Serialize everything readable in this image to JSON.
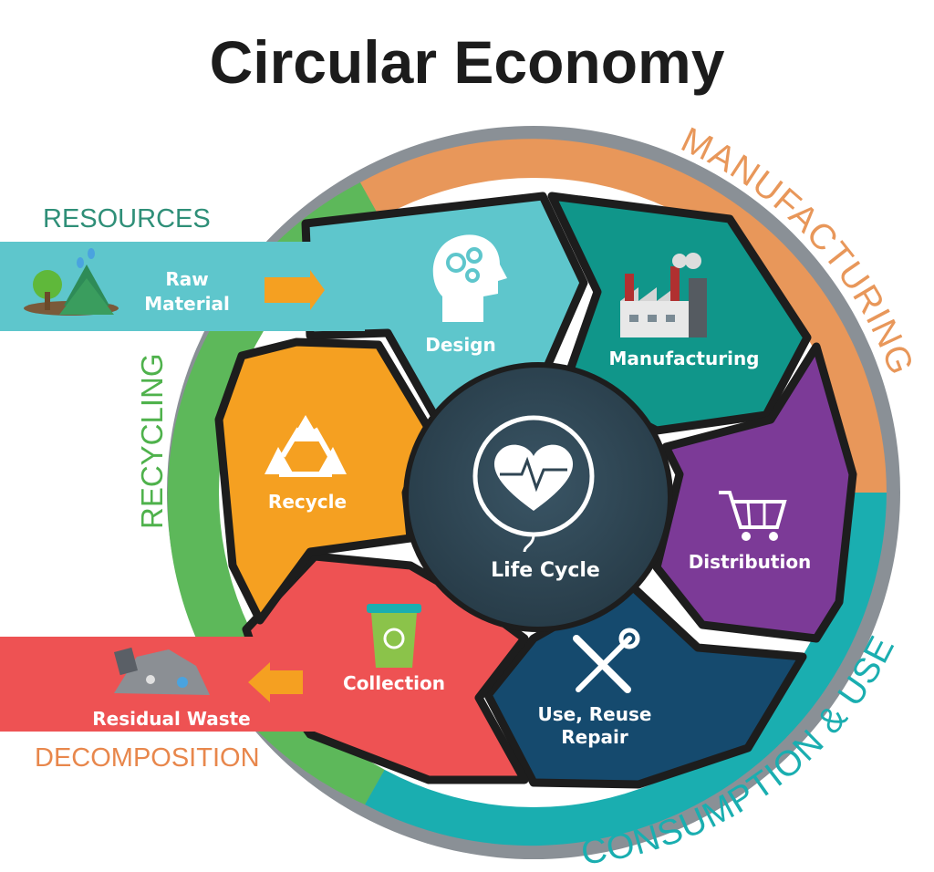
{
  "title": "Circular Economy",
  "colors": {
    "manufacturing": "#e8975a",
    "consumption": "#1aaeb0",
    "recycling": "#5db85a",
    "ring_grey": "#8a9096",
    "design": "#5ec6cc",
    "manufacturing_seg": "#10968a",
    "distribution": "#7c3a97",
    "use": "#154a6e",
    "collection": "#ee5253",
    "recycle": "#f5a021",
    "center": "#2f4553"
  },
  "labels": {
    "resources": "RESOURCES",
    "recycling": "RECYCLING",
    "decomposition": "DECOMPOSITION",
    "manufacturing_arc": "MANUFACTURING",
    "consumption_arc": "CONSUMPTION & USE"
  },
  "inputs": {
    "raw_material_line1": "Raw",
    "raw_material_line2": "Material",
    "residual_waste": "Residual Waste"
  },
  "segments": {
    "design": "Design",
    "manufacturing": "Manufacturing",
    "distribution": "Distribution",
    "use_line1": "Use, Reuse",
    "use_line2": "Repair",
    "collection": "Collection",
    "recycle": "Recycle"
  },
  "center": {
    "label": "Life Cycle"
  },
  "icons": [
    "head-gears-icon",
    "factory-icon",
    "shopping-cart-icon",
    "tools-icon",
    "recycle-bin-icon",
    "recycle-icon",
    "heart-pulse-icon",
    "forest-icon",
    "waste-pile-icon"
  ]
}
